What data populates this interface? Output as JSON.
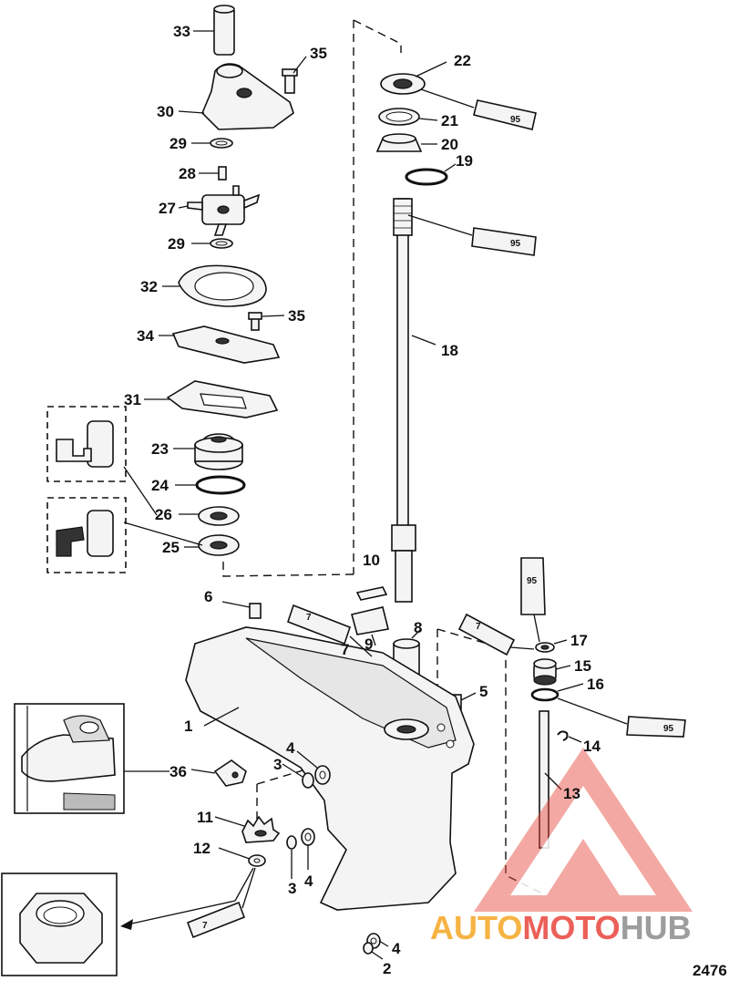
{
  "diagram": {
    "callouts": {
      "p1": "1",
      "p2": "2",
      "p3a": "3",
      "p3b": "3",
      "p4a": "4",
      "p4b": "4",
      "p4c": "4",
      "p5": "5",
      "p6": "6",
      "p7": "7",
      "p8": "8",
      "p9": "9",
      "p10": "10",
      "p11": "11",
      "p12": "12",
      "p13": "13",
      "p14": "14",
      "p15": "15",
      "p16": "16",
      "p17": "17",
      "p18": "18",
      "p19": "19",
      "p20": "20",
      "p21": "21",
      "p22": "22",
      "p23": "23",
      "p24": "24",
      "p25": "25",
      "p26": "26",
      "p27": "27",
      "p28": "28",
      "p29a": "29",
      "p29b": "29",
      "p30": "30",
      "p31": "31",
      "p32": "32",
      "p33": "33",
      "p34": "34",
      "p35a": "35",
      "p35b": "35",
      "p36": "36"
    },
    "tubes": {
      "t95a": "95",
      "t95b": "95",
      "t95c": "95",
      "t95d": "95",
      "t7a": "7",
      "t7b": "7",
      "t7c": "7"
    },
    "figure_number": "2476"
  },
  "watermark": {
    "part1": "AUTO",
    "part2": "MOTO",
    "part3": "HUB",
    "colors": {
      "orange": "#f5a623",
      "red": "#e8453c",
      "gray": "#8c8c8c"
    }
  }
}
